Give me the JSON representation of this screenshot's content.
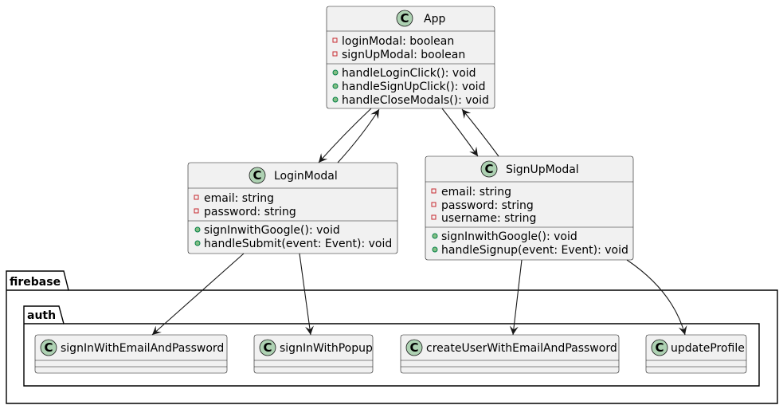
{
  "packages": {
    "firebase": {
      "name": "firebase"
    },
    "auth": {
      "name": "auth"
    }
  },
  "classes": {
    "app": {
      "name": "App",
      "fields": [
        "loginModal: boolean",
        "signUpModal: boolean"
      ],
      "methods": [
        "handleLoginClick(): void",
        "handleSignUpClick(): void",
        "handleCloseModals(): void"
      ]
    },
    "login_modal": {
      "name": "LoginModal",
      "fields": [
        "email: string",
        "password: string"
      ],
      "methods": [
        "signInwithGoogle(): void",
        "handleSubmit(event: Event): void"
      ]
    },
    "signup_modal": {
      "name": "SignUpModal",
      "fields": [
        "email: string",
        "password: string",
        "username: string"
      ],
      "methods": [
        "signInwithGoogle(): void",
        "handleSignup(event: Event): void"
      ]
    },
    "sign_in_email": {
      "name": "signInWithEmailAndPassword"
    },
    "sign_in_popup": {
      "name": "signInWithPopup"
    },
    "create_user": {
      "name": "createUserWithEmailAndPassword"
    },
    "update_profile": {
      "name": "updateProfile"
    }
  },
  "class_badge_glyph": "C",
  "colors": {
    "class_fill": "#f1f1f1",
    "class_badge": "#add1b2",
    "private_marker": "#c82930",
    "public_marker": "#84be84"
  }
}
